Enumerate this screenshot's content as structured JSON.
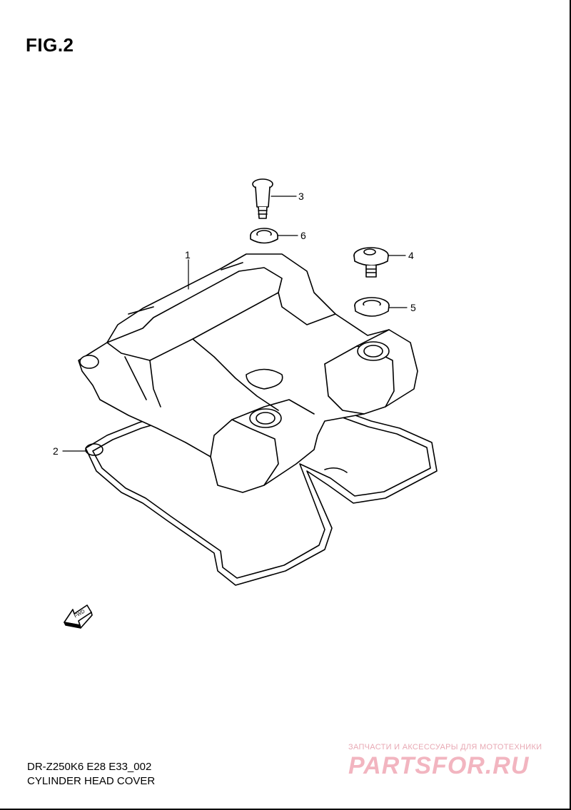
{
  "figure": {
    "title": "FIG.2"
  },
  "callouts": [
    {
      "number": "1",
      "part": "cylinder-head-cover"
    },
    {
      "number": "2",
      "part": "gasket"
    },
    {
      "number": "3",
      "part": "bolt"
    },
    {
      "number": "4",
      "part": "bolt"
    },
    {
      "number": "5",
      "part": "washer"
    },
    {
      "number": "6",
      "part": "washer"
    }
  ],
  "direction_marker": {
    "text": "FWD"
  },
  "footer": {
    "model_code": "DR-Z250K6 E28 E33_002",
    "section_name": "CYLINDER HEAD COVER"
  },
  "watermark": {
    "caption": "ЗАПЧАСТИ И АКСЕССУАРЫ ДЛЯ МОТОТЕХНИКИ",
    "brand": "PARTSFOR.RU"
  }
}
